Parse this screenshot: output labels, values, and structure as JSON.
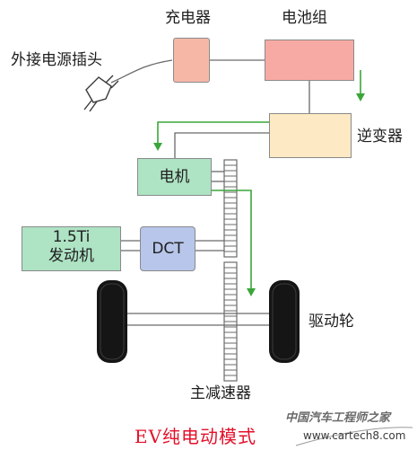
{
  "labels": {
    "charger": "充电器",
    "battery_pack": "电池组",
    "external_plug": "外接电源插头",
    "inverter": "逆变器",
    "motor": "电机",
    "engine": "1.5Ti\n发动机",
    "dct": "DCT",
    "drive_wheel": "驱动轮",
    "final_drive": "主减速器"
  },
  "caption": "EV纯电动模式",
  "watermark": {
    "site_name": "中国汽车工程师之家",
    "url": "www.cartech8.com"
  },
  "colors": {
    "charger_fill": "#f7b7a7",
    "battery_fill": "#f7aaa3",
    "inverter_fill": "#fde9c4",
    "motor_fill": "#aee3c4",
    "engine_fill": "#aee3c4",
    "dct_fill": "#b7c6ea",
    "energy_flow_arrow": "#3aa63a",
    "caption_red": "#e3102b"
  },
  "icons": [
    "plug-icon",
    "flow-arrow-icon",
    "wheel-icon",
    "gear-rack-icon"
  ]
}
